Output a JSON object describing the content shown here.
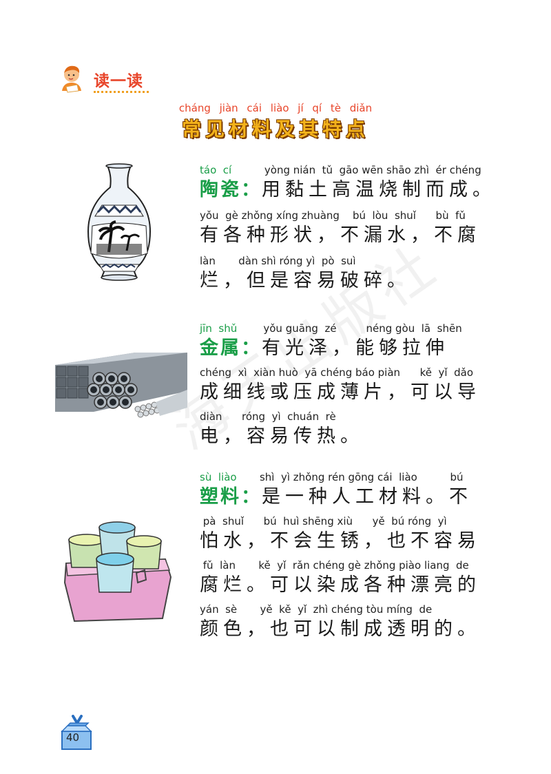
{
  "header": {
    "title": "读一读"
  },
  "title": {
    "pinyin": "cháng jiàn cái liào  jí  qí  tè diǎn",
    "text": "常见材料及其特点"
  },
  "sections": [
    {
      "lines": [
        {
          "pinyin_term": "táo  cí",
          "pinyin": "          yòng nián  tǔ  gāo wēn shāo zhì  ér chéng",
          "term": "陶瓷：",
          "text": "用黏土高温烧制而成。"
        },
        {
          "pinyin": "yǒu  gè zhǒng xíng zhuàng    bú  lòu  shuǐ      bù  fǔ",
          "text": "有各种形状，不漏水，不腐"
        },
        {
          "pinyin": "làn       dàn shì róng yì  pò  suì",
          "text": "烂，但是容易破碎。"
        }
      ]
    },
    {
      "lines": [
        {
          "pinyin_term": "jīn  shǔ",
          "pinyin": "        yǒu guāng  zé         néng gòu  lā  shēn",
          "term": "金属：",
          "text": "有光泽，能够拉伸"
        },
        {
          "pinyin": "chéng  xì  xiàn huò  yā chéng báo piàn      kě  yǐ  dǎo",
          "text": "成细线或压成薄片，可以导"
        },
        {
          "pinyin": "diàn      róng  yì  chuán  rè",
          "text": "电，容易传热。"
        }
      ]
    },
    {
      "lines": [
        {
          "pinyin_term": "sù  liào",
          "pinyin": "       shì  yì zhǒng rén gōng cái  liào          bú",
          "term": "塑料：",
          "text": "是一种人工材料。不"
        },
        {
          "pinyin": " pà  shuǐ      bú  huì shēng xiù      yě  bú róng  yì",
          "text": "怕水，不会生锈，也不容易"
        },
        {
          "pinyin": " fǔ  làn       kě  yǐ  rǎn chéng gè zhǒng piào liang  de",
          "text": "腐烂。可以染成各种漂亮的"
        },
        {
          "pinyin": "yán  sè       yě  kě  yǐ  zhì chéng tòu míng  de",
          "text": "颜色，也可以制成透明的。"
        }
      ]
    }
  ],
  "watermark": "海天出版社",
  "page_number": "40"
}
